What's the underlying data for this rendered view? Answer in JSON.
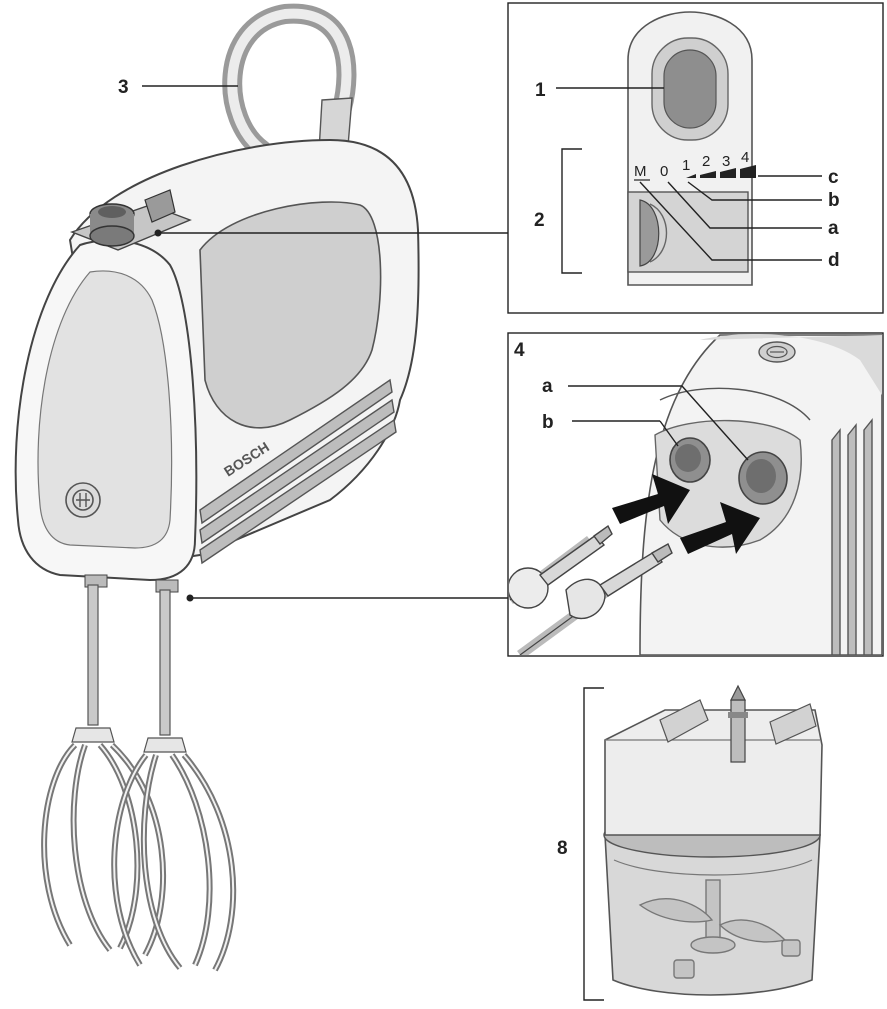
{
  "labels": {
    "mixer_cord": "3",
    "switch_button": "1",
    "speed_selector": "2",
    "speed_c": "c",
    "speed_b": "b",
    "speed_a": "a",
    "speed_d": "d",
    "sockets_panel": "4",
    "socket_a": "a",
    "socket_b": "b",
    "chopper": "8"
  },
  "speed_scale": {
    "m": "M",
    "s0": "0",
    "s1": "1",
    "s2": "2",
    "s3": "3",
    "s4": "4"
  },
  "brand": {
    "name": "BOSCH"
  },
  "colors": {
    "line": "#222222",
    "body": "#f3f3f3",
    "shade": "#c8c8c8",
    "dark": "#6f6f6f"
  }
}
